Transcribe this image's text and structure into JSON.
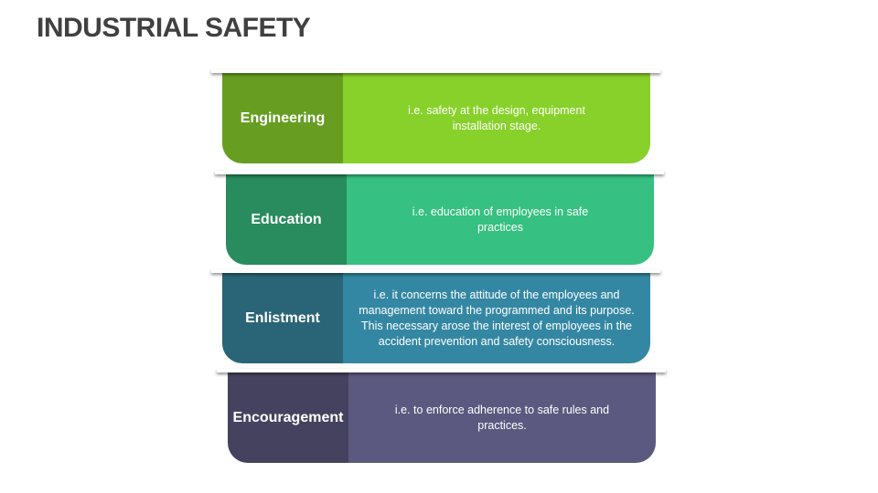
{
  "title": "INDUSTRIAL SAFETY",
  "rows": [
    {
      "label": "Engineering",
      "description_lines": [
        "i.e. safety  at the design, equipment",
        "installation stage."
      ],
      "colors": {
        "label_bg": "#679e22",
        "desc_bg": "#87d12a"
      }
    },
    {
      "label": "Education",
      "description_lines": [
        "i.e. education of employees in safe",
        "practices"
      ],
      "colors": {
        "label_bg": "#288c5e",
        "desc_bg": "#36c081"
      }
    },
    {
      "label": "Enlistment",
      "description_lines": [
        "i.e. it concerns the  attitude of the employees and",
        "management toward the programmed and its purpose.",
        "This necessary arose the interest of employees in the",
        "accident prevention and safety consciousness."
      ],
      "colors": {
        "label_bg": "#296576",
        "desc_bg": "#3487a3"
      }
    },
    {
      "label": "Encouragement",
      "description_lines": [
        "i.e. to enforce adherence to safe rules and",
        "practices."
      ],
      "colors": {
        "label_bg": "#45425f",
        "desc_bg": "#5b597f"
      }
    }
  ]
}
